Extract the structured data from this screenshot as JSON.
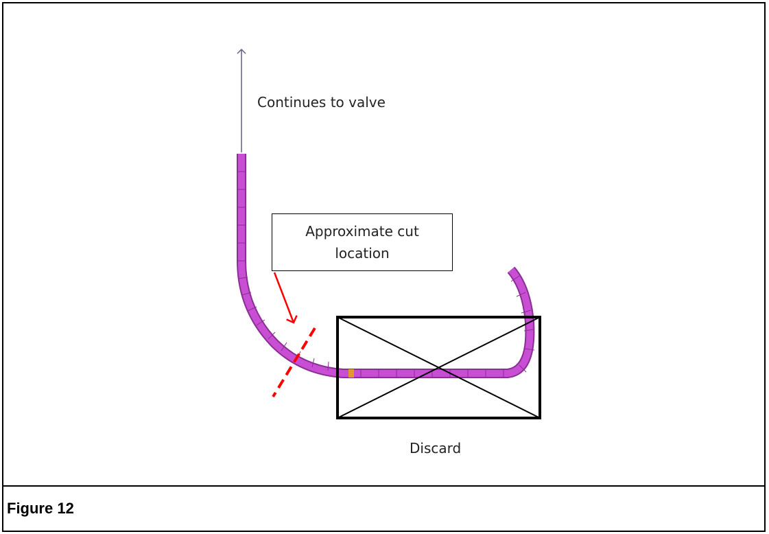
{
  "labels": {
    "continues": "Continues to valve",
    "cut_location": "Approximate cut\nlocation",
    "discard": "Discard"
  },
  "caption": {
    "text": "Figure 12"
  },
  "colors": {
    "pipe": "#c84fd3",
    "pipe_edge": "#8a2d94",
    "pipe_dark": "#7b2a88",
    "cut_line": "#ff0000",
    "arrow_up": "#6a5a8a",
    "discard_box": "#000000"
  }
}
